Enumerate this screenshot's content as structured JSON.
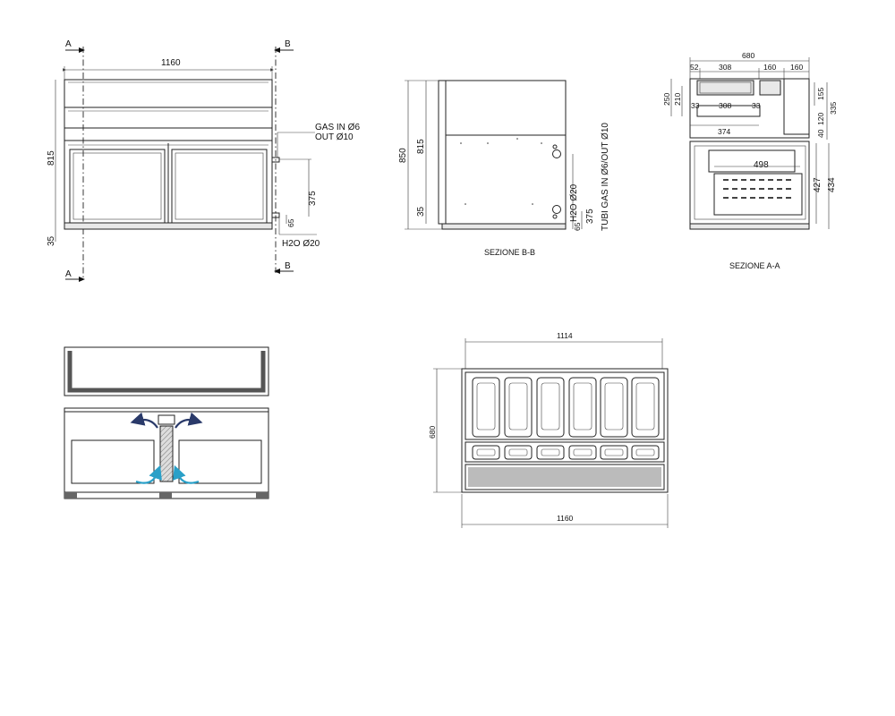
{
  "front": {
    "width": "1160",
    "height": "815",
    "feet": "35",
    "gas_line1": "GAS IN Ø6",
    "gas_line2": "OUT Ø10",
    "dim_375": "375",
    "dim_65": "65",
    "water": "H2O Ø20",
    "cut_a": "A",
    "cut_b": "B"
  },
  "side_bb": {
    "total_height": "850",
    "height": "815",
    "feet": "35",
    "water": "H2O Ø20",
    "dim_375": "375",
    "dim_65": "65",
    "tubes": "TUBI GAS IN Ø6/OUT Ø10",
    "caption": "SEZIONE B-B"
  },
  "section_aa": {
    "width": "680",
    "top_dims": [
      "52",
      "308",
      "160",
      "160"
    ],
    "inner_308": "308",
    "inner_33_left": "33",
    "inner_33_right": "33",
    "left_250": "250",
    "left_210": "210",
    "right_155": "155",
    "right_335": "335",
    "right_120": "120",
    "right_40": "40",
    "dim_374": "374",
    "dim_498": "498",
    "dim_427": "427",
    "dim_434": "434",
    "caption": "SEZIONE A-A"
  },
  "top_view": {
    "width_top": "1114",
    "depth": "680",
    "width_bottom": "1160"
  }
}
